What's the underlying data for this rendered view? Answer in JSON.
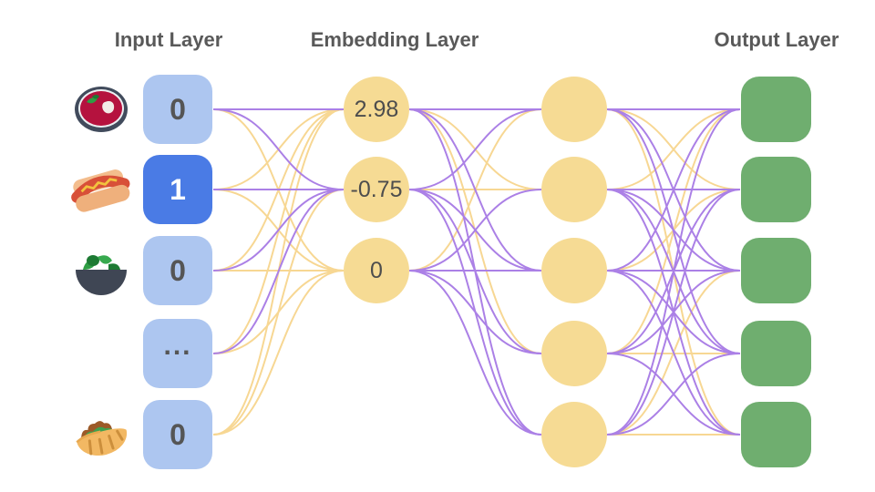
{
  "colors": {
    "edge_purple": "#ab80e6",
    "edge_yellow": "#f7d793",
    "input_node": "#adc6f0",
    "input_node_active": "#4a7be5",
    "embedding_node": "#f6db94",
    "output_node": "#6fae6f",
    "title_text": "#595959",
    "node_text": "#555555"
  },
  "layers": {
    "input": {
      "title": "Input Layer",
      "nodes": [
        {
          "value": "0",
          "active": false,
          "icon": "borscht-icon"
        },
        {
          "value": "1",
          "active": true,
          "icon": "hot-dog-icon"
        },
        {
          "value": "0",
          "active": false,
          "icon": "salad-icon"
        },
        {
          "value": "...",
          "active": false,
          "icon": ""
        },
        {
          "value": "0",
          "active": false,
          "icon": "stuffed-flatbread-icon"
        }
      ]
    },
    "embedding": {
      "title": "Embedding Layer",
      "values": [
        "2.98",
        "-0.75",
        "0"
      ],
      "hidden_node_count": 5
    },
    "output": {
      "title": "Output Layer",
      "node_count": 5
    }
  },
  "edges": {
    "input_to_embedding": [
      "PPY",
      "YPY",
      "YPY",
      "YPY",
      "YYY"
    ],
    "embedding_to_hidden": [
      "PYPYP",
      "PYPPP",
      "YPPPP"
    ],
    "hidden_to_output": [
      "PYPPY",
      "YPPPP",
      "PYPPP",
      "YPPYP",
      "PPYPY"
    ]
  }
}
